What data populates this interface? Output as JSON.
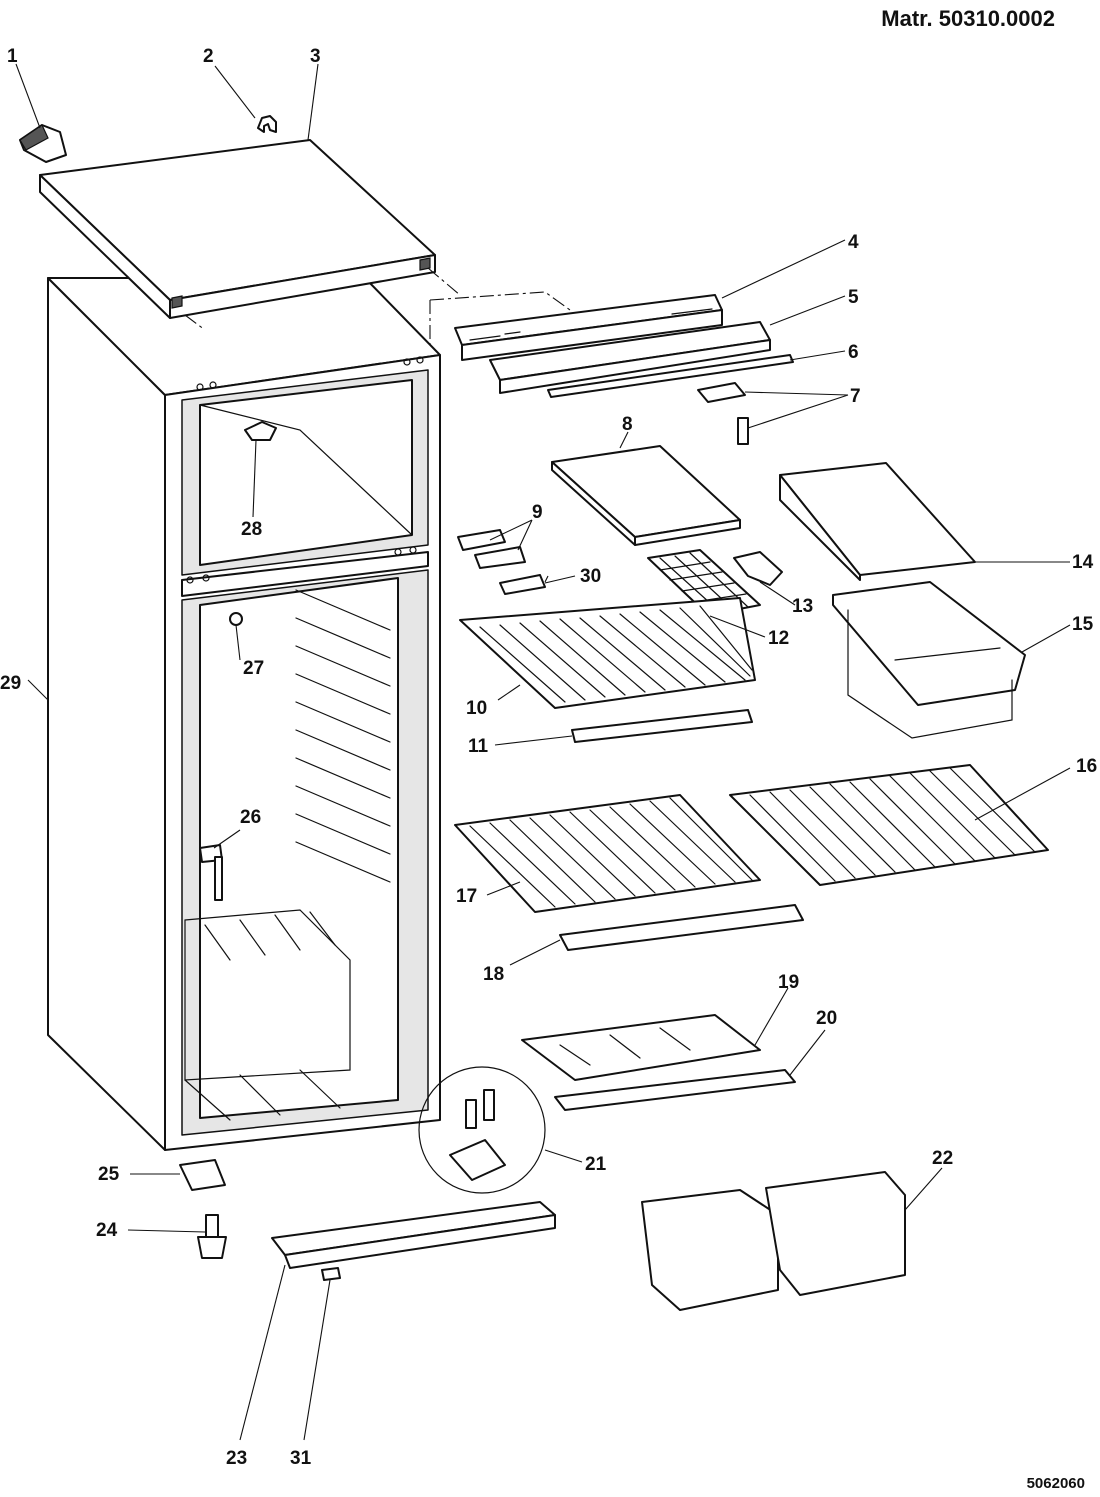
{
  "header": {
    "material_number": "Matr. 50310.0002"
  },
  "footer": {
    "drawing_code": "5062060"
  },
  "callouts": {
    "c1": "1",
    "c2": "2",
    "c3": "3",
    "c4": "4",
    "c5": "5",
    "c6": "6",
    "c7": "7",
    "c8": "8",
    "c9": "9",
    "c10": "10",
    "c11": "11",
    "c12": "12",
    "c13": "13",
    "c14": "14",
    "c15": "15",
    "c16": "16",
    "c17": "17",
    "c18": "18",
    "c19": "19",
    "c20": "20",
    "c21": "21",
    "c22": "22",
    "c23": "23",
    "c24": "24",
    "c25": "25",
    "c26": "26",
    "c27": "27",
    "c28": "28",
    "c29": "29",
    "c30": "30",
    "c31": "31"
  }
}
